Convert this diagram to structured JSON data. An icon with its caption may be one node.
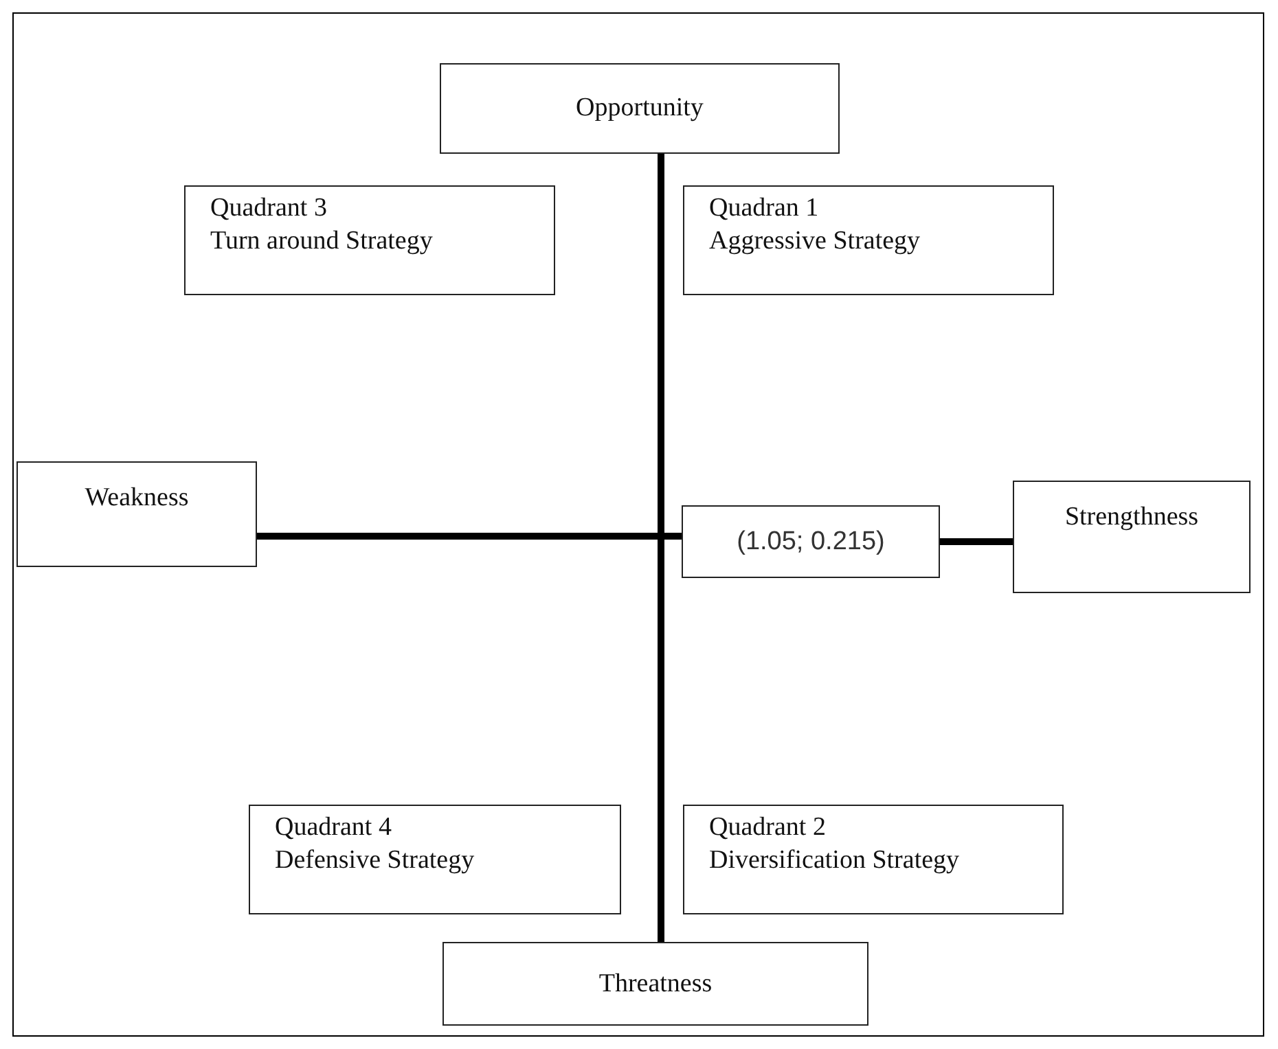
{
  "diagram": {
    "nodes": [
      {
        "text": [
          "Opportunity"
        ]
      },
      {
        "text": [
          "Quadrant 3",
          "Turn around Strategy"
        ]
      },
      {
        "text": [
          "Quadran 1",
          "Aggressive Strategy"
        ]
      },
      {
        "text": [
          "Weakness"
        ]
      },
      {
        "text": [
          "(1.05; 0.215)"
        ]
      },
      {
        "text": [
          "Strengthness"
        ]
      },
      {
        "text": [
          "Quadrant 4",
          "Defensive Strategy"
        ]
      },
      {
        "text": [
          "Quadrant 2",
          "Diversification Strategy"
        ]
      },
      {
        "text": [
          "Threatness"
        ]
      }
    ],
    "edges": [
      {
        "from": 0,
        "to": 8,
        "arrow": "none"
      },
      {
        "from": 3,
        "to": 4,
        "arrow": "none"
      },
      {
        "from": 4,
        "to": 5,
        "arrow": "none"
      }
    ]
  }
}
